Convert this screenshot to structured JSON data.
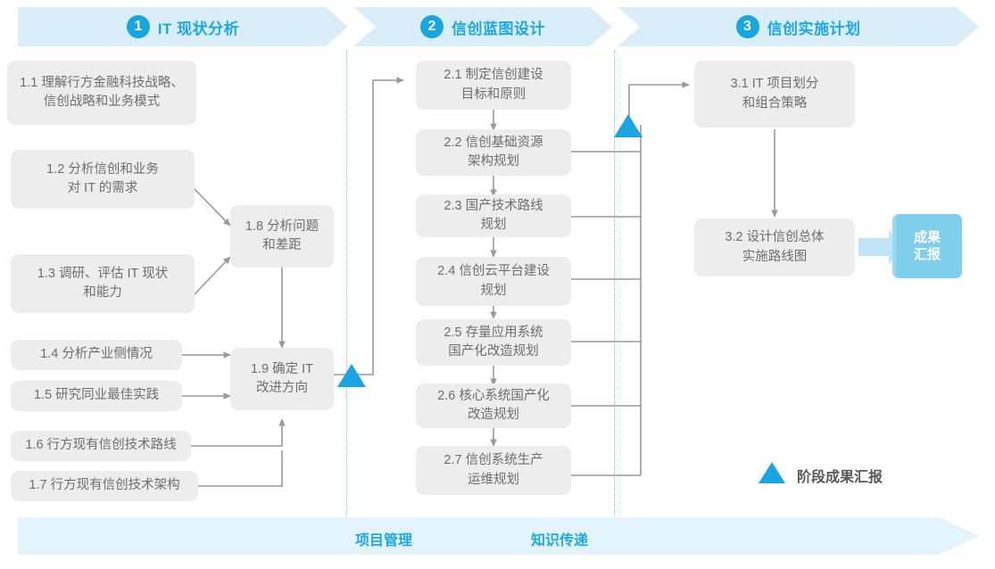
{
  "phases": [
    {
      "number": "1",
      "title": "IT 现状分析"
    },
    {
      "number": "2",
      "title": "信创蓝图设计"
    },
    {
      "number": "3",
      "title": "信创实施计划"
    }
  ],
  "phase1_tasks": [
    {
      "id": "1.1",
      "label": "1.1 理解行方金融科技战略、\n信创战略和业务模式"
    },
    {
      "id": "1.2",
      "label": "1.2 分析信创和业务\n对 IT 的需求"
    },
    {
      "id": "1.3",
      "label": "1.3 调研、评估 IT 现状\n和能力"
    },
    {
      "id": "1.4",
      "label": "1.4 分析产业侧情况"
    },
    {
      "id": "1.5",
      "label": "1.5 研究同业最佳实践"
    },
    {
      "id": "1.6",
      "label": "1.6 行方现有信创技术路线"
    },
    {
      "id": "1.7",
      "label": "1.7 行方现有信创技术架构"
    },
    {
      "id": "1.8",
      "label": "1.8 分析问题\n和差距"
    },
    {
      "id": "1.9",
      "label": "1.9 确定 IT\n改进方向"
    }
  ],
  "phase2_tasks": [
    {
      "id": "2.1",
      "label": "2.1 制定信创建设\n目标和原则"
    },
    {
      "id": "2.2",
      "label": "2.2 信创基础资源\n架构规划"
    },
    {
      "id": "2.3",
      "label": "2.3 国产技术路线\n规划"
    },
    {
      "id": "2.4",
      "label": "2.4 信创云平台建设\n规划"
    },
    {
      "id": "2.5",
      "label": "2.5 存量应用系统\n国产化改造规划"
    },
    {
      "id": "2.6",
      "label": "2.6 核心系统国产化\n改造规划"
    },
    {
      "id": "2.7",
      "label": "2.7 信创系统生产\n运维规划"
    }
  ],
  "phase3_tasks": [
    {
      "id": "3.1",
      "label": "3.1 IT 项目划分\n和组合策略"
    },
    {
      "id": "3.2",
      "label": "3.2 设计信创总体\n实施路线图"
    }
  ],
  "result": {
    "label": "成果\n汇报"
  },
  "legend": {
    "label": "阶段成果汇报"
  },
  "bottom": {
    "items": [
      {
        "label": "项目管理"
      },
      {
        "label": "知识传递"
      }
    ]
  },
  "colors": {
    "phase_band": "#D9EEF9",
    "accent_blue": "#1EA7E1",
    "circle_blue": "#18A6E0",
    "box_gray": "#EDEDED",
    "box_text": "#6E6E6E",
    "result_blue": "#7FCFEC",
    "triangle_blue": "#1CA3E3",
    "bottom_band": "#E3F4FC",
    "connector_gray": "#9A9A9A",
    "divider_blue": "#6FC7E8"
  }
}
